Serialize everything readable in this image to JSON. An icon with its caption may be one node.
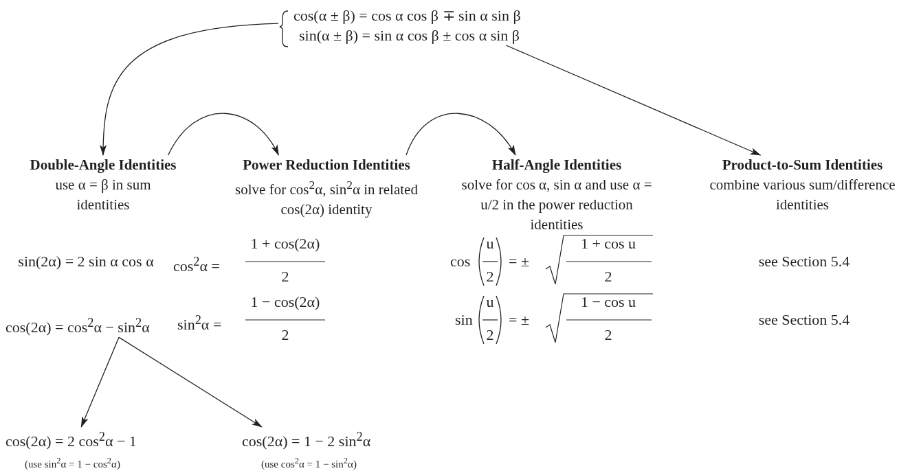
{
  "diagram": {
    "nodes": [
      {
        "text": [
          "cos(α ± β) = cos α cos β ∓ sin α sin β",
          "sin(α ± β) = sin α cos β ± cos α sin β"
        ]
      },
      {
        "text": [
          "Double-Angle Identities",
          "use α = β in sum identities"
        ]
      },
      {
        "text": [
          "Power Reduction Identities",
          "solve for cos$^{2}$α, sin$^{2}$α in related cos(2α) identity"
        ]
      },
      {
        "text": [
          "Half-Angle Identities",
          "solve for cos α, sin α and use α = u/2 in the power reduction identities"
        ]
      },
      {
        "text": [
          "Product-to-Sum Identities",
          "combine various sum/difference identities"
        ]
      },
      {
        "text": [
          "cos(2α) = cos$^{2}$α − sin$^{2}$α"
        ]
      },
      {
        "text": [
          "cos(2α) = 2 cos$^{2}$α − 1"
        ],
        "beside": [
          "(use sin$^{2}$α = 1 − cos$^{2}$α)"
        ]
      },
      {
        "text": [
          "cos(2α) = 1 − 2 sin$^{2}$α"
        ],
        "beside": [
          "(use cos$^{2}$α = 1 − sin$^{2}$α)"
        ]
      }
    ],
    "edges": [
      {
        "from": 0,
        "to": 1,
        "arrow": "to"
      },
      {
        "from": 1,
        "to": 2,
        "arrow": "to"
      },
      {
        "from": 2,
        "to": 3,
        "arrow": "to"
      },
      {
        "from": 0,
        "to": 4,
        "arrow": "to"
      },
      {
        "from": 5,
        "to": 6,
        "arrow": "to"
      },
      {
        "from": 5,
        "to": 7,
        "arrow": "to"
      }
    ],
    "labels": [
      "sin(2α) = 2 sin α cos α",
      "cos$^{2}$α =",
      "1 + cos(2α)",
      "2",
      "cos",
      "u",
      "2",
      "= ±",
      "1 + cos u",
      "2",
      "see Section 5.4",
      "sin$^{2}$α =",
      "1 − cos(2α)",
      "2",
      "sin",
      "u",
      "2",
      "= ±",
      "1 − cos u",
      "2",
      "see Section 5.4"
    ]
  }
}
